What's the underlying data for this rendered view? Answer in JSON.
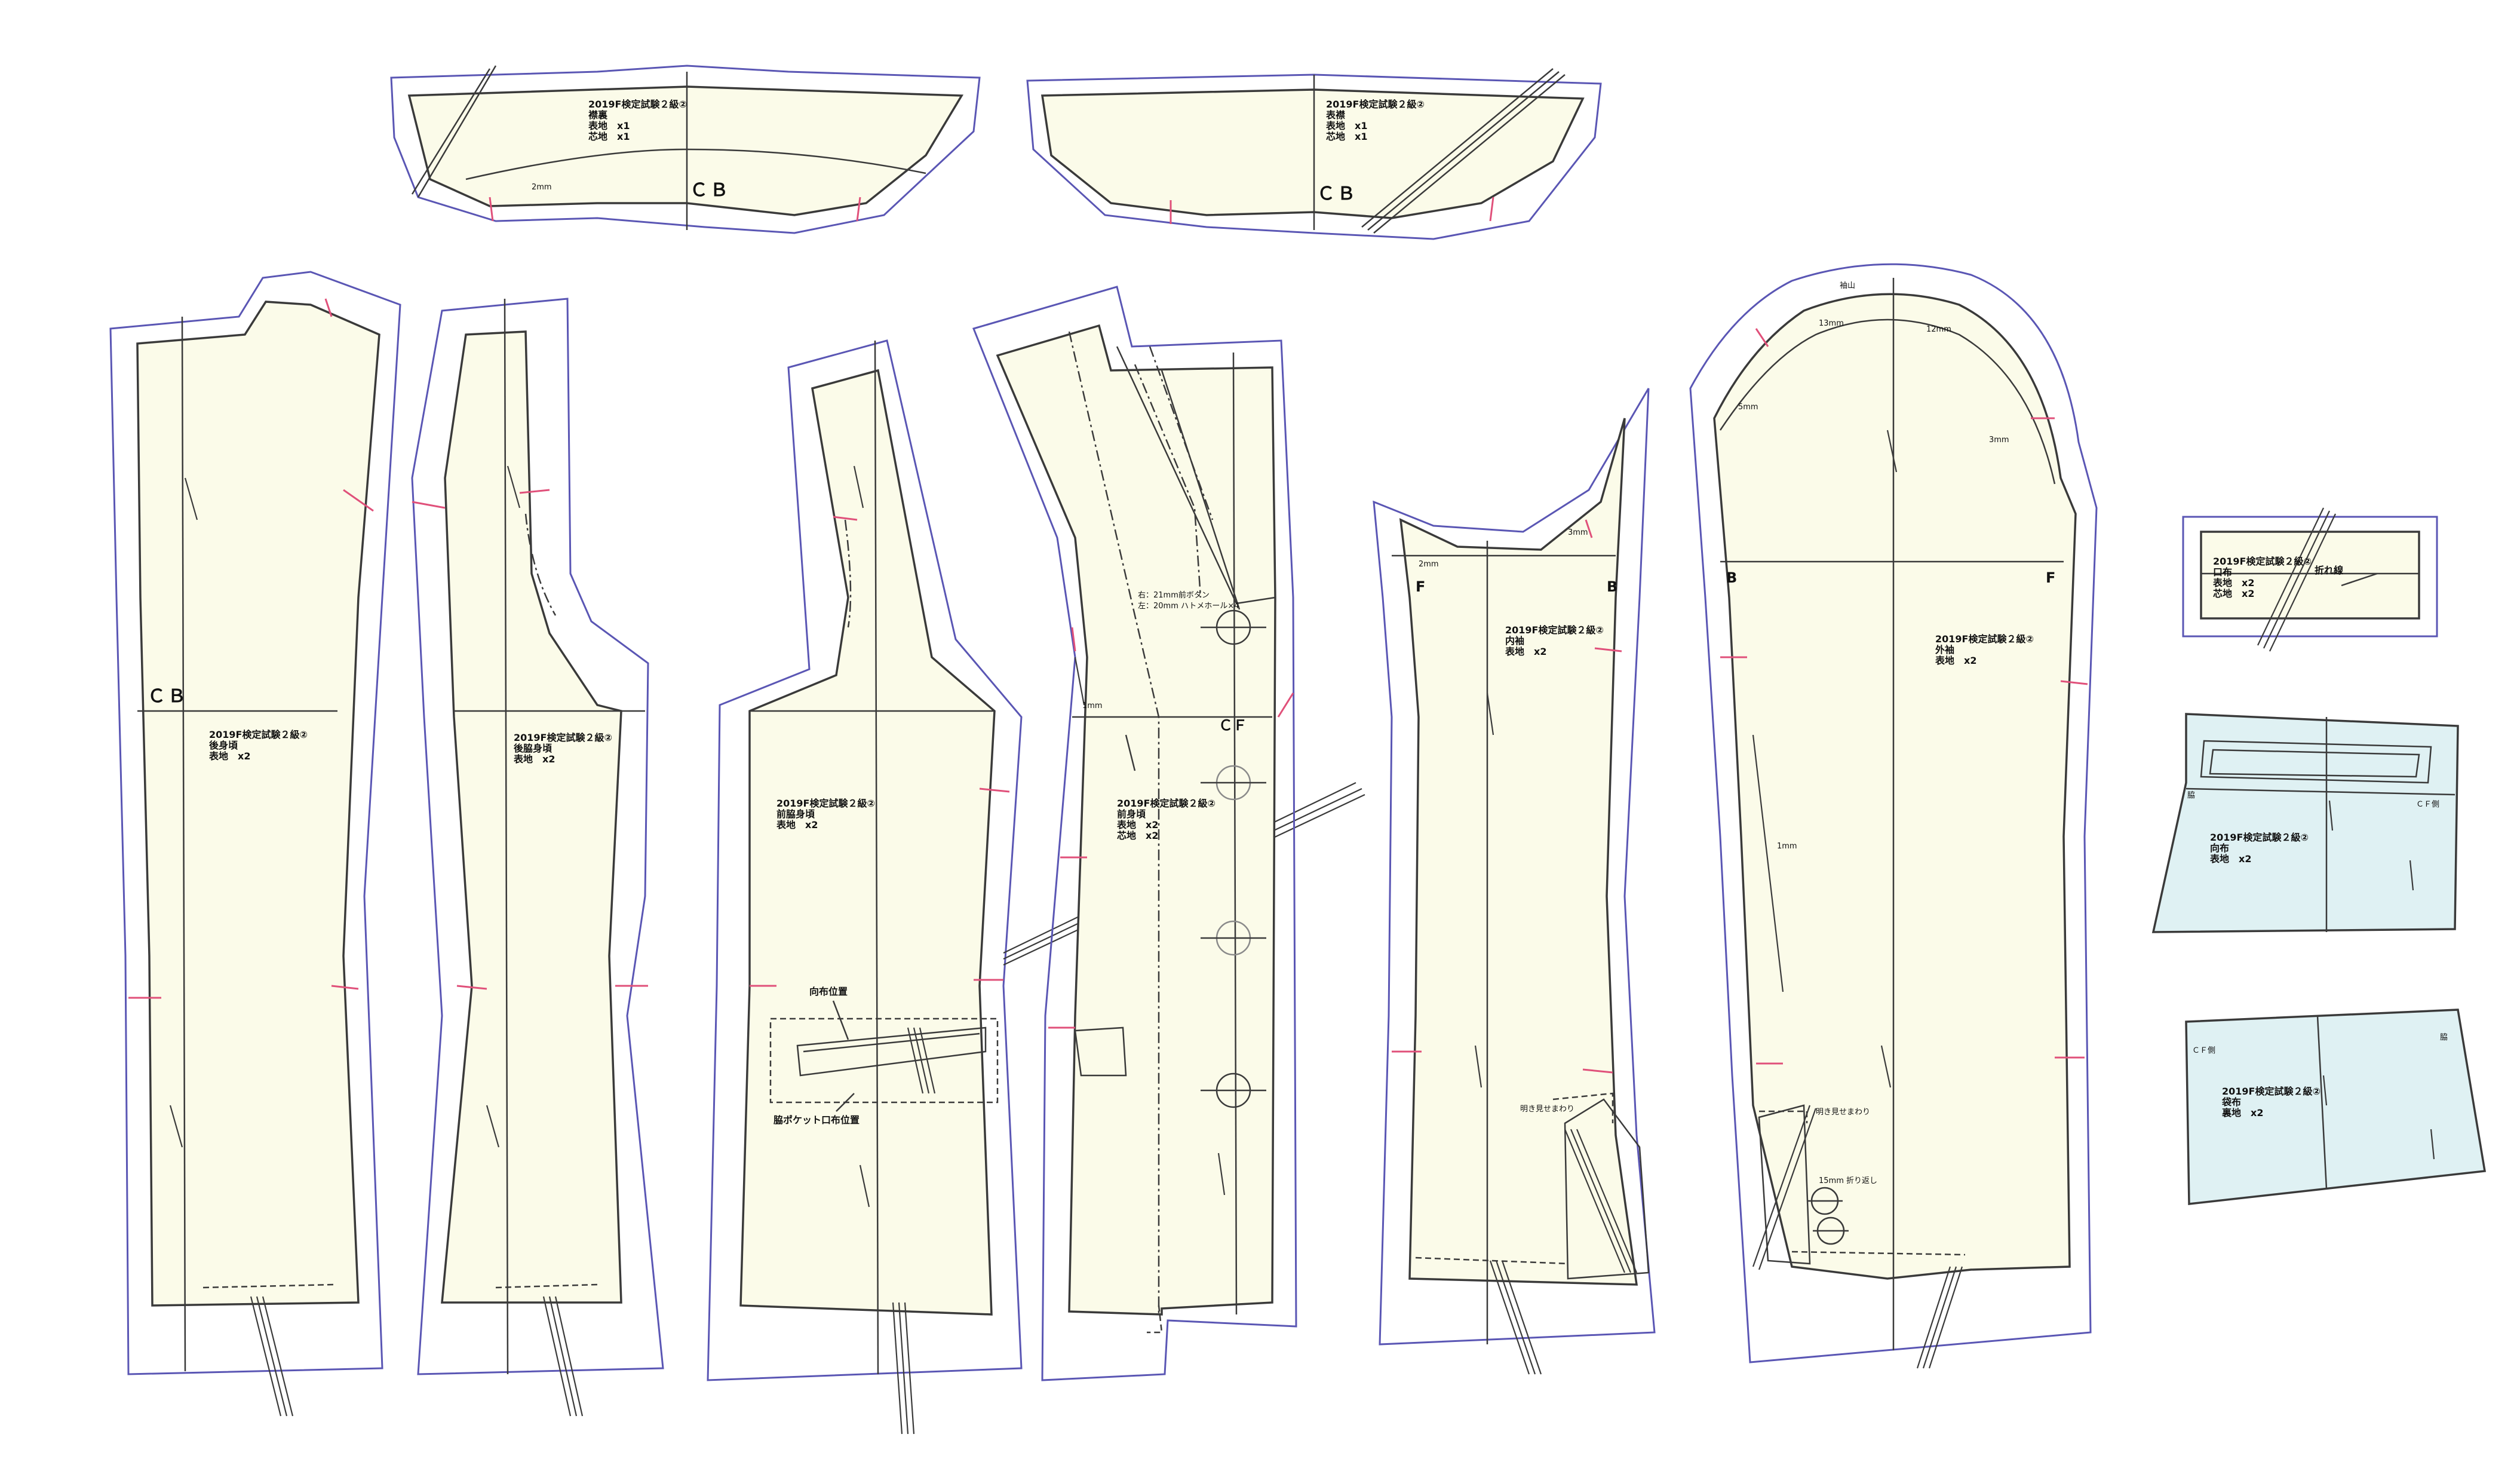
{
  "pieces": {
    "collar_back": {
      "line1": "2019F検定試験２級②",
      "line2": "襟裏",
      "line3": "表地　x1",
      "line4": "芯地　x1",
      "cb": "ＣＢ",
      "note": "2mm"
    },
    "collar_top": {
      "line1": "2019F検定試験２級②",
      "line2": "表襟",
      "line3": "表地　x1",
      "line4": "芯地　x1",
      "cb": "ＣＢ"
    },
    "back_body": {
      "line1": "2019F検定試験２級②",
      "line2": "後身頃",
      "line3": "表地　x2",
      "cb": "ＣＢ"
    },
    "side_back": {
      "line1": "2019F検定試験２級②",
      "line2": "後脇身頃",
      "line3": "表地　x2"
    },
    "side_front": {
      "line1": "2019F検定試験２級②",
      "line2": "前脇身頃",
      "line3": "表地　x2",
      "flap_label": "向布位置",
      "pocket_label": "脇ポケット口布位置"
    },
    "front_body": {
      "line1": "2019F検定試験２級②",
      "line2": "前身頃",
      "line3": "表地　x2",
      "line4": "芯地　x2",
      "cf": "ＣＦ",
      "note": "1mm",
      "button_note1": "右：21mm前ボタン",
      "button_note2": "左：20mm ハトメホール×4"
    },
    "under_sleeve": {
      "line1": "2019F検定試験２級②",
      "line2": "内袖",
      "line3": "表地　x2",
      "f": "F",
      "b": "B",
      "note": "2mm",
      "note2": "3mm",
      "vent": "明き見せまわり"
    },
    "top_sleeve": {
      "line1": "2019F検定試験２級②",
      "line2": "外袖",
      "line3": "表地　x2",
      "b": "B",
      "f": "F",
      "note_a": "13mm",
      "note_b": "12mm",
      "note_c": "5mm",
      "note_d": "3mm",
      "note_e": "1mm",
      "top": "袖山",
      "vent": "明き見せまわり",
      "button_note": "15mm 折り返し"
    },
    "welt": {
      "line1": "2019F検定試験２級②",
      "line2": "口布",
      "line3": "表地　x2",
      "line4": "芯地　x2",
      "fold": "折れ線"
    },
    "pocket_bag1": {
      "line1": "2019F検定試験２級②",
      "line2": "向布",
      "line3": "表地　x2",
      "side": "脇",
      "cf": "ＣＦ側"
    },
    "pocket_bag2": {
      "line1": "2019F検定試験２級②",
      "line2": "袋布",
      "line3": "裏地　x2",
      "side": "脇",
      "cf": "ＣＦ側"
    }
  },
  "colors": {
    "piece_fill": "#fbfbe9",
    "pocket_fill": "#dff1f3",
    "seam_line": "#5a56b4",
    "notch": "#e0507a",
    "outline": "#3a3a3a"
  }
}
